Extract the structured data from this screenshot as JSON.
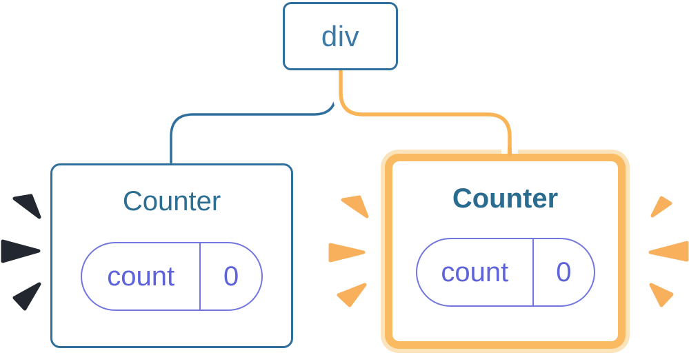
{
  "root_node": {
    "label": "div"
  },
  "counters": [
    {
      "title": "Counter",
      "state": {
        "key": "count",
        "value": "0"
      },
      "highlighted": false
    },
    {
      "title": "Counter",
      "state": {
        "key": "count",
        "value": "0"
      },
      "highlighted": true
    }
  ],
  "colors": {
    "tree_blue": "#2F6F9D",
    "text_blue": "#2D6E91",
    "state_indigo": "#5E63D9",
    "pill_border_indigo": "#7276DF",
    "highlight_orange": "#F9BA61",
    "highlight_orange_light": "#FBE3BC",
    "edge_orange_core": "#F9B458",
    "spark_dark": "#23272F",
    "spark_orange": "#F8B05C"
  }
}
